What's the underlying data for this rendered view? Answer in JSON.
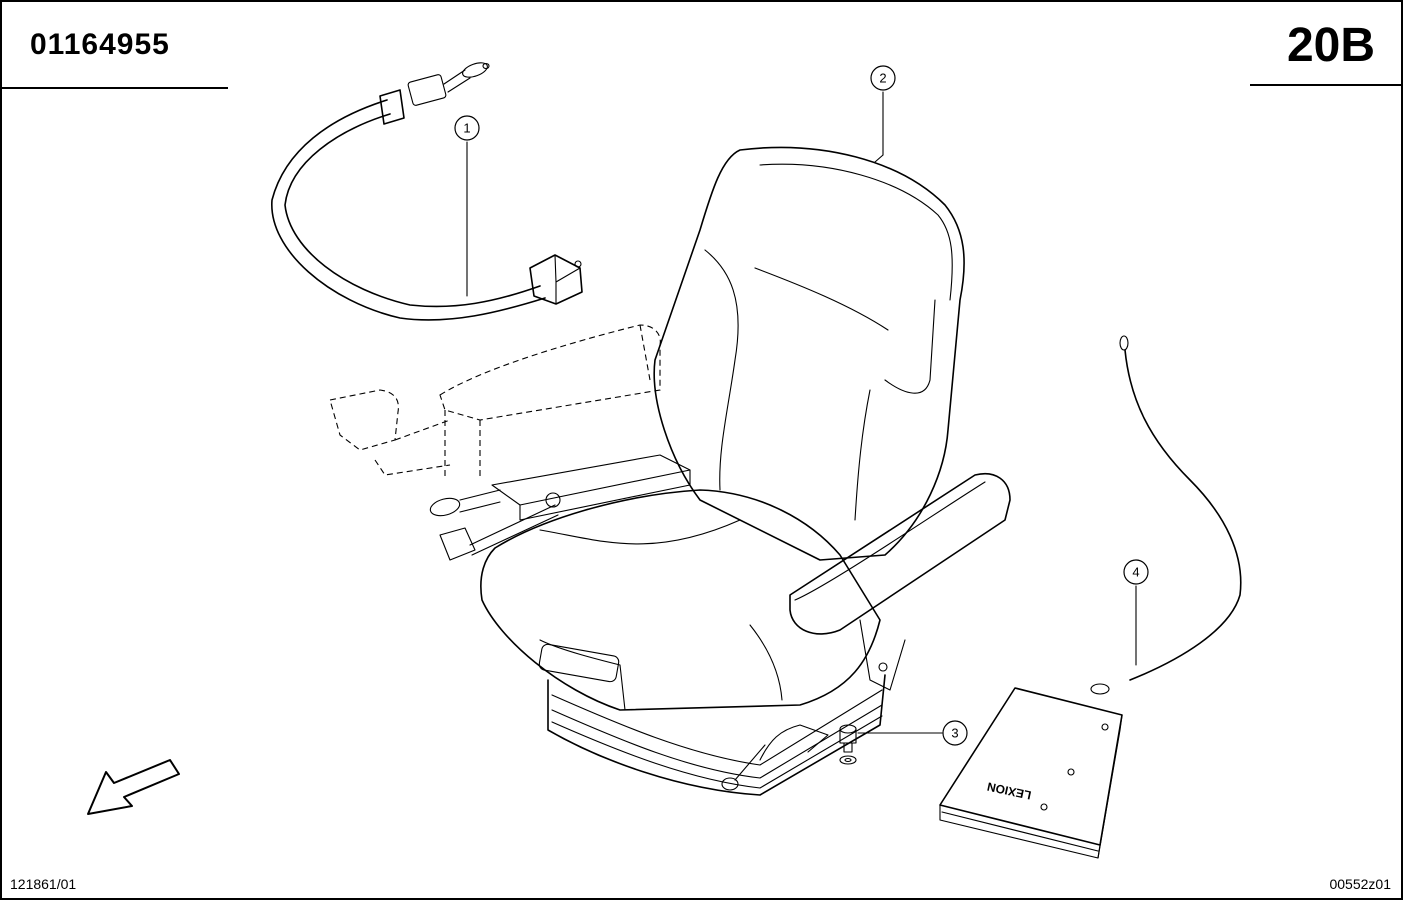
{
  "header": {
    "part_number": "01164955",
    "page_code": "20B"
  },
  "footer": {
    "reference_left": "121861/01",
    "reference_right": "00552z01"
  },
  "callouts": [
    {
      "number": "1",
      "part": "seat-belt"
    },
    {
      "number": "2",
      "part": "driver-seat"
    },
    {
      "number": "3",
      "part": "screw-and-washer"
    },
    {
      "number": "4",
      "part": "cable-and-manual"
    }
  ],
  "manual_cover_text": "LEXION",
  "icons": {
    "direction_arrow": "arrow-down-left-icon"
  }
}
